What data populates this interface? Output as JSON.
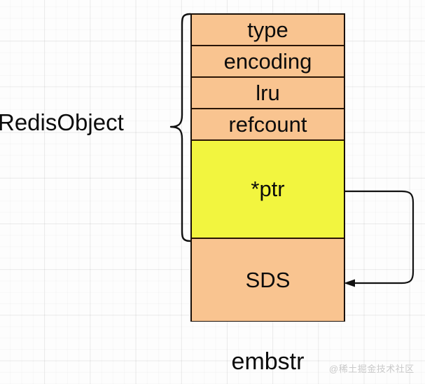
{
  "diagram": {
    "title_caption": "embstr",
    "group_label": "RedisObject",
    "watermark": "@稀土掘金技术社区",
    "colors": {
      "header_fill": "#f9c490",
      "pointer_fill": "#f2f53f",
      "border": "#1a1008",
      "text": "#0c0c0c",
      "watermark": "#c9c9c9",
      "background": "#fdfdfd"
    },
    "struct_fields": [
      {
        "name": "type",
        "label": "type",
        "fill": "orange"
      },
      {
        "name": "encoding",
        "label": "encoding",
        "fill": "orange"
      },
      {
        "name": "lru",
        "label": "lru",
        "fill": "orange"
      },
      {
        "name": "refcount",
        "label": "refcount",
        "fill": "orange"
      },
      {
        "name": "ptr",
        "label": "*ptr",
        "fill": "yellow"
      },
      {
        "name": "sds",
        "label": "SDS",
        "fill": "orange"
      }
    ],
    "connector": {
      "name": "ptr-to-sds-arrow",
      "from": "*ptr",
      "to": "SDS",
      "style": "rounded-elbow-with-arrowhead"
    },
    "brace": {
      "name": "redisobject-brace",
      "covers": [
        "type",
        "encoding",
        "lru",
        "refcount",
        "*ptr"
      ]
    }
  }
}
